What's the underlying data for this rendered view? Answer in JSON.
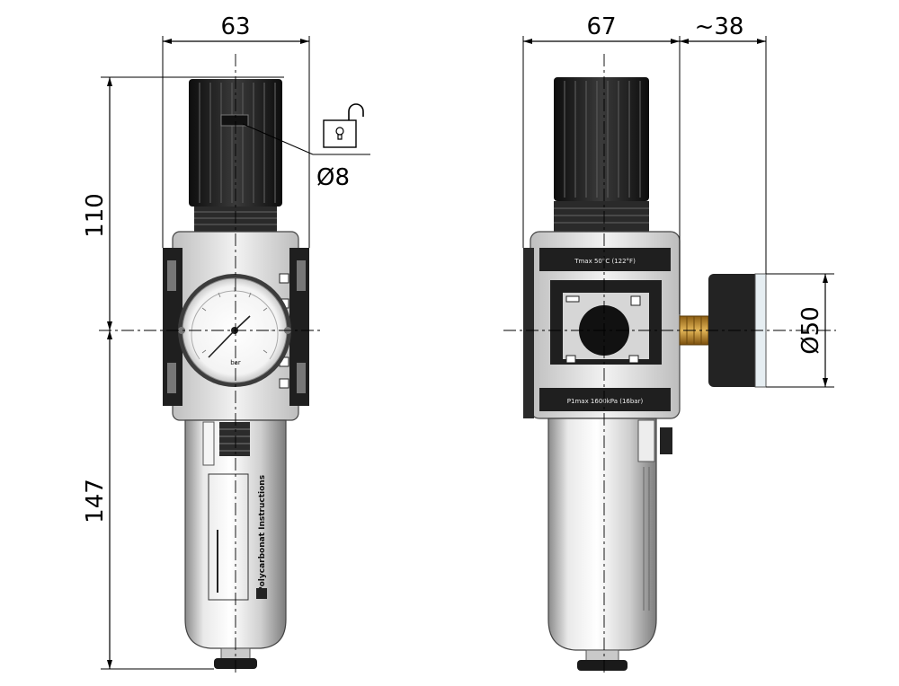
{
  "dimensions": {
    "front_width": "63",
    "side_width": "67",
    "gauge_depth": "~38",
    "height_upper": "110",
    "height_lower": "147",
    "lock_diameter": "Ø8",
    "gauge_diameter": "Ø50"
  },
  "labels": {
    "gauge_unit": "bar",
    "polycarbonate_note": "Polycarbonat Instructions",
    "tmax": "Tmax 50°C (122°F)",
    "p1max": "P1max 1600kPa (16bar)"
  },
  "icons": {
    "lock": "unlocked-padlock-icon"
  },
  "colors": {
    "lines": "#000000",
    "knob": "#1e1e1e",
    "body": "#d9d9d9",
    "bowl": "#e4e4e4",
    "brass": "#c8962f"
  }
}
